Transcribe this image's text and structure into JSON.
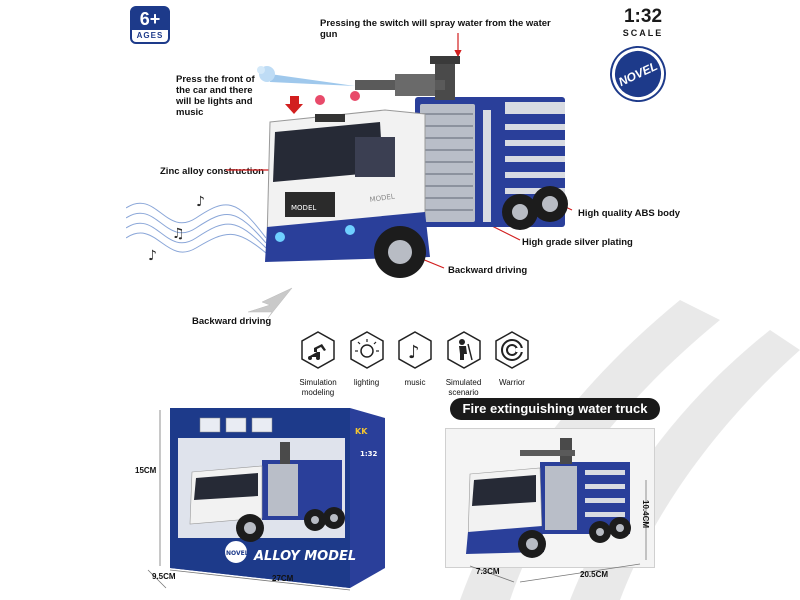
{
  "badge": {
    "age_number": "6+",
    "age_label": "AGES"
  },
  "scale": {
    "value": "1:32",
    "label": "SCALE"
  },
  "novel_badge": "NOVEL",
  "callouts": {
    "water_gun": "Pressing the switch will spray water from the water gun",
    "lights_music": "Press the front of the car and there will be lights and music",
    "zinc": "Zinc alloy construction",
    "abs_body": "High quality ABS body",
    "silver": "High grade silver plating",
    "backward_right": "Backward driving",
    "backward_left": "Backward driving"
  },
  "features": [
    {
      "icon": "excavator-icon",
      "label": "Simulation modeling"
    },
    {
      "icon": "lighting-icon",
      "label": "lighting"
    },
    {
      "icon": "music-note-icon",
      "label": "music"
    },
    {
      "icon": "worker-icon",
      "label": "Simulated scenario"
    },
    {
      "icon": "warrior-icon",
      "label": "Warrior"
    }
  ],
  "package": {
    "box_title": "ALLOY MODEL",
    "box_badge": "NOVEL",
    "box_scale": "1:32",
    "height": "15CM",
    "width": "27CM",
    "depth": "9.5CM"
  },
  "product": {
    "title": "Fire extinguishing water truck",
    "height": "10.4CM",
    "length": "20.5CM",
    "width": "7.3CM"
  },
  "truck_text": {
    "plate": "MODEL",
    "door": "MODEL"
  },
  "colors": {
    "accent_blue": "#1d3a8a",
    "arrow_red": "#d21f1f",
    "truck_white": "#f2f2f2"
  }
}
